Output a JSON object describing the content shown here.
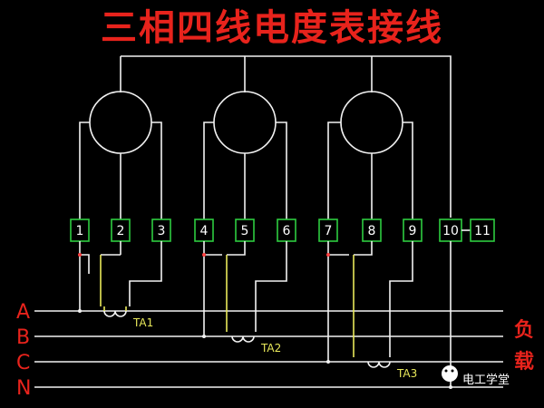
{
  "title": "三相四线电度表接线",
  "terminals": [
    "1",
    "2",
    "3",
    "4",
    "5",
    "6",
    "7",
    "8",
    "9",
    "10",
    "11"
  ],
  "phases": [
    "A",
    "B",
    "C",
    "N"
  ],
  "load_label_1": "负",
  "load_label_2": "载",
  "ct_labels": [
    "TA1",
    "TA2",
    "TA3"
  ],
  "watermark": "电工学堂",
  "colors": {
    "title": "#e8231c",
    "wire": "#f2f2f2",
    "terminal_border": "#2ecc40",
    "ct_wire": "#e8e85a"
  }
}
